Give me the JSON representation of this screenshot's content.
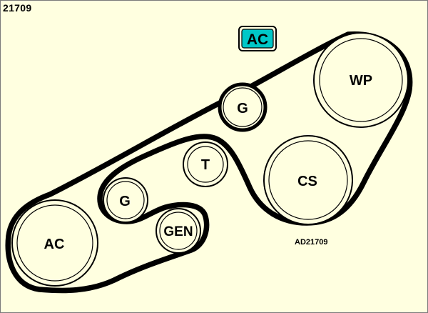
{
  "figure": {
    "number": "21709",
    "reference_code": "AD21709"
  },
  "belt_system": {
    "label": "AC"
  },
  "colors": {
    "background": "#ffffe0",
    "badge_fill": "#00c8c8",
    "belt": "#000000",
    "pulley_fill": "#ffffe0"
  },
  "pulleys": [
    {
      "id": "wp",
      "label": "WP"
    },
    {
      "id": "g-upper",
      "label": "G"
    },
    {
      "id": "cs",
      "label": "CS"
    },
    {
      "id": "t",
      "label": "T"
    },
    {
      "id": "g-lower",
      "label": "G"
    },
    {
      "id": "gen",
      "label": "GEN"
    },
    {
      "id": "ac",
      "label": "AC"
    }
  ]
}
